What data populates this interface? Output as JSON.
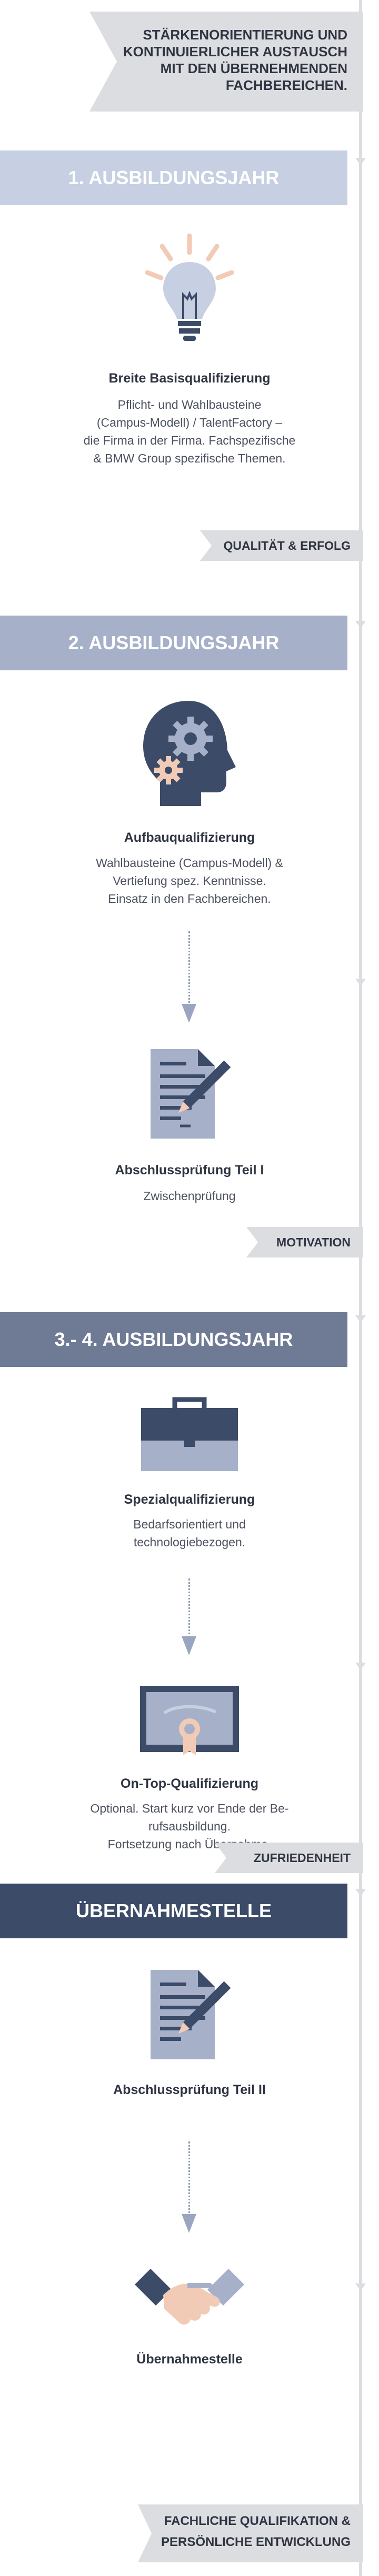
{
  "header_tag": "Stärkenorientierung und kontinuierlicher Austausch mit den übernehmenden Fachbereichen.",
  "bands": {
    "year1": "1. Ausbildungsjahr",
    "year2": "2. Ausbildungsjahr",
    "year34": "3.- 4. Ausbildungsjahr",
    "takeover": "Übernahmestelle"
  },
  "steps": {
    "basic": {
      "title": "Breite Basisqualifizierung",
      "desc": [
        "Pflicht- und Wahlbausteine",
        "(Campus-Modell) / TalentFactory –",
        "die Firma in der Firma. Fachspezifische",
        "& BMW Group spezifische Themen."
      ],
      "icon": "lightbulb-icon"
    },
    "advanced": {
      "title": "Aufbauqualifizierung",
      "desc": [
        "Wahlbausteine (Campus-Modell) &",
        "Vertiefung spez. Kenntnisse.",
        "Einsatz in den Fachbereichen."
      ],
      "icon": "head-gears-icon"
    },
    "exam1": {
      "title": "Abschlussprüfung Teil I",
      "desc": [
        "Zwischenprüfung"
      ],
      "icon": "document-pen-icon"
    },
    "special": {
      "title": "Spezialqualifizierung",
      "desc": [
        "Bedarfsorientiert und",
        "technologiebezogen."
      ],
      "icon": "briefcase-icon"
    },
    "ontop": {
      "title": "On-Top-Qualifizierung",
      "desc": [
        "Optional. Start kurz vor Ende der Be-",
        "rufsausbildung.",
        "Fortsetzung nach Übernahme."
      ],
      "icon": "certificate-icon"
    },
    "exam2": {
      "title": "Abschlussprüfung Teil II",
      "icon": "document-pen-icon"
    },
    "takeover": {
      "title": "Übernahmestelle",
      "icon": "handshake-icon"
    }
  },
  "tags": {
    "quality": "Qualität & Erfolg",
    "motivation": "Motivation",
    "satisfaction": "Zufriedenheit",
    "final": [
      "Fachliche Qualifikation &",
      "persönliche Entwicklung"
    ]
  },
  "colors": {
    "band1": "#c7d0e2",
    "band2": "#a6b1c9",
    "band3": "#6f7b95",
    "band4": "#3b4b68",
    "tag_gray": "#dcdde1",
    "icon_dark": "#3b4b68",
    "icon_light": "#c7d0e2",
    "accent_peach": "#f2cbb6"
  }
}
